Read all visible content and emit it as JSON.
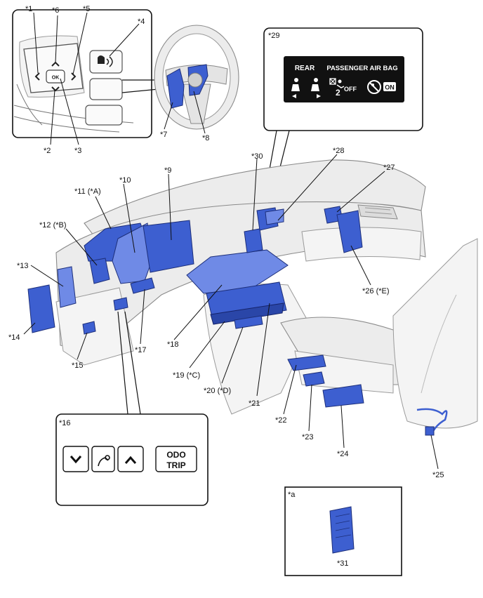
{
  "callouts": {
    "c1": "*1",
    "c2": "*2",
    "c3": "*3",
    "c4": "*4",
    "c5": "*5",
    "c6": "*6",
    "c7": "*7",
    "c8": "*8",
    "c9": "*9",
    "c10": "*10",
    "c11": "*11 (*A)",
    "c12": "*12 (*B)",
    "c13": "*13",
    "c14": "*14",
    "c15": "*15",
    "c16": "*16",
    "c17": "*17",
    "c18": "*18",
    "c19": "*19 (*C)",
    "c20": "*20 (*D)",
    "c21": "*21",
    "c22": "*22",
    "c23": "*23",
    "c24": "*24",
    "c25": "*25",
    "c26": "*26 (*E)",
    "c27": "*27",
    "c28": "*28",
    "c29": "*29",
    "c30": "*30",
    "c31": "*31",
    "ca": "*a"
  },
  "steering_switch": {
    "ok_label": "OK"
  },
  "indicator_panel": {
    "rear_label": "REAR",
    "airbag_label": "PASSENGER AIR BAG",
    "off_label": "OFF",
    "on_label": "ON",
    "subscript_2": "2"
  },
  "meter_switches": {
    "odo": "ODO",
    "trip": "TRIP"
  },
  "colors": {
    "part": "#3d5fd0",
    "panel_bg": "#111111",
    "outline": "#111111"
  }
}
